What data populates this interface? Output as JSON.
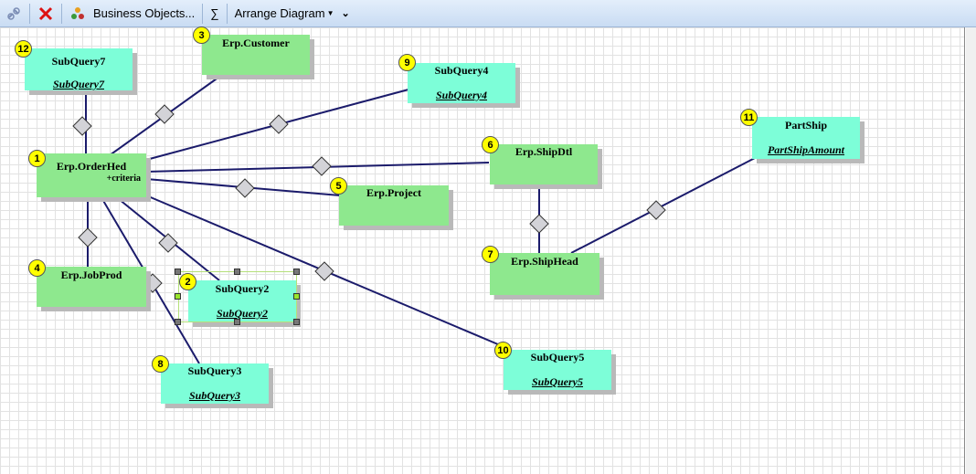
{
  "toolbar": {
    "link_icon": "link-icon",
    "delete_icon": "red-x-delete-icon",
    "business_objects_icon": "colored-dots-icon",
    "business_objects_label": "Business Objects...",
    "sum_label": "∑",
    "arrange_label": "Arrange Diagram",
    "overflow_label": "⌄"
  },
  "nodes": {
    "n1": {
      "num": "1",
      "title": "Erp.OrderHed",
      "criteria": "+criteria"
    },
    "n2": {
      "num": "2",
      "title": "SubQuery2",
      "link": "SubQuery2"
    },
    "n3": {
      "num": "3",
      "title": "Erp.Customer"
    },
    "n4": {
      "num": "4",
      "title": "Erp.JobProd"
    },
    "n5": {
      "num": "5",
      "title": "Erp.Project"
    },
    "n6": {
      "num": "6",
      "title": "Erp.ShipDtl"
    },
    "n7": {
      "num": "7",
      "title": "Erp.ShipHead"
    },
    "n8": {
      "num": "8",
      "title": "SubQuery3",
      "link": "SubQuery3"
    },
    "n9": {
      "num": "9",
      "title": "SubQuery4",
      "link": "SubQuery4"
    },
    "n10": {
      "num": "10",
      "title": "SubQuery5",
      "link": "SubQuery5"
    },
    "n11": {
      "num": "11",
      "title": "PartShip",
      "link": "PartShipAmount"
    },
    "n12": {
      "num": "12",
      "title": "SubQuery7",
      "link": "SubQuery7"
    }
  },
  "colors": {
    "table": "#8ee88e",
    "subquery": "#7dfed8",
    "badge": "#ffff00",
    "link_line": "#1b1b6b"
  }
}
